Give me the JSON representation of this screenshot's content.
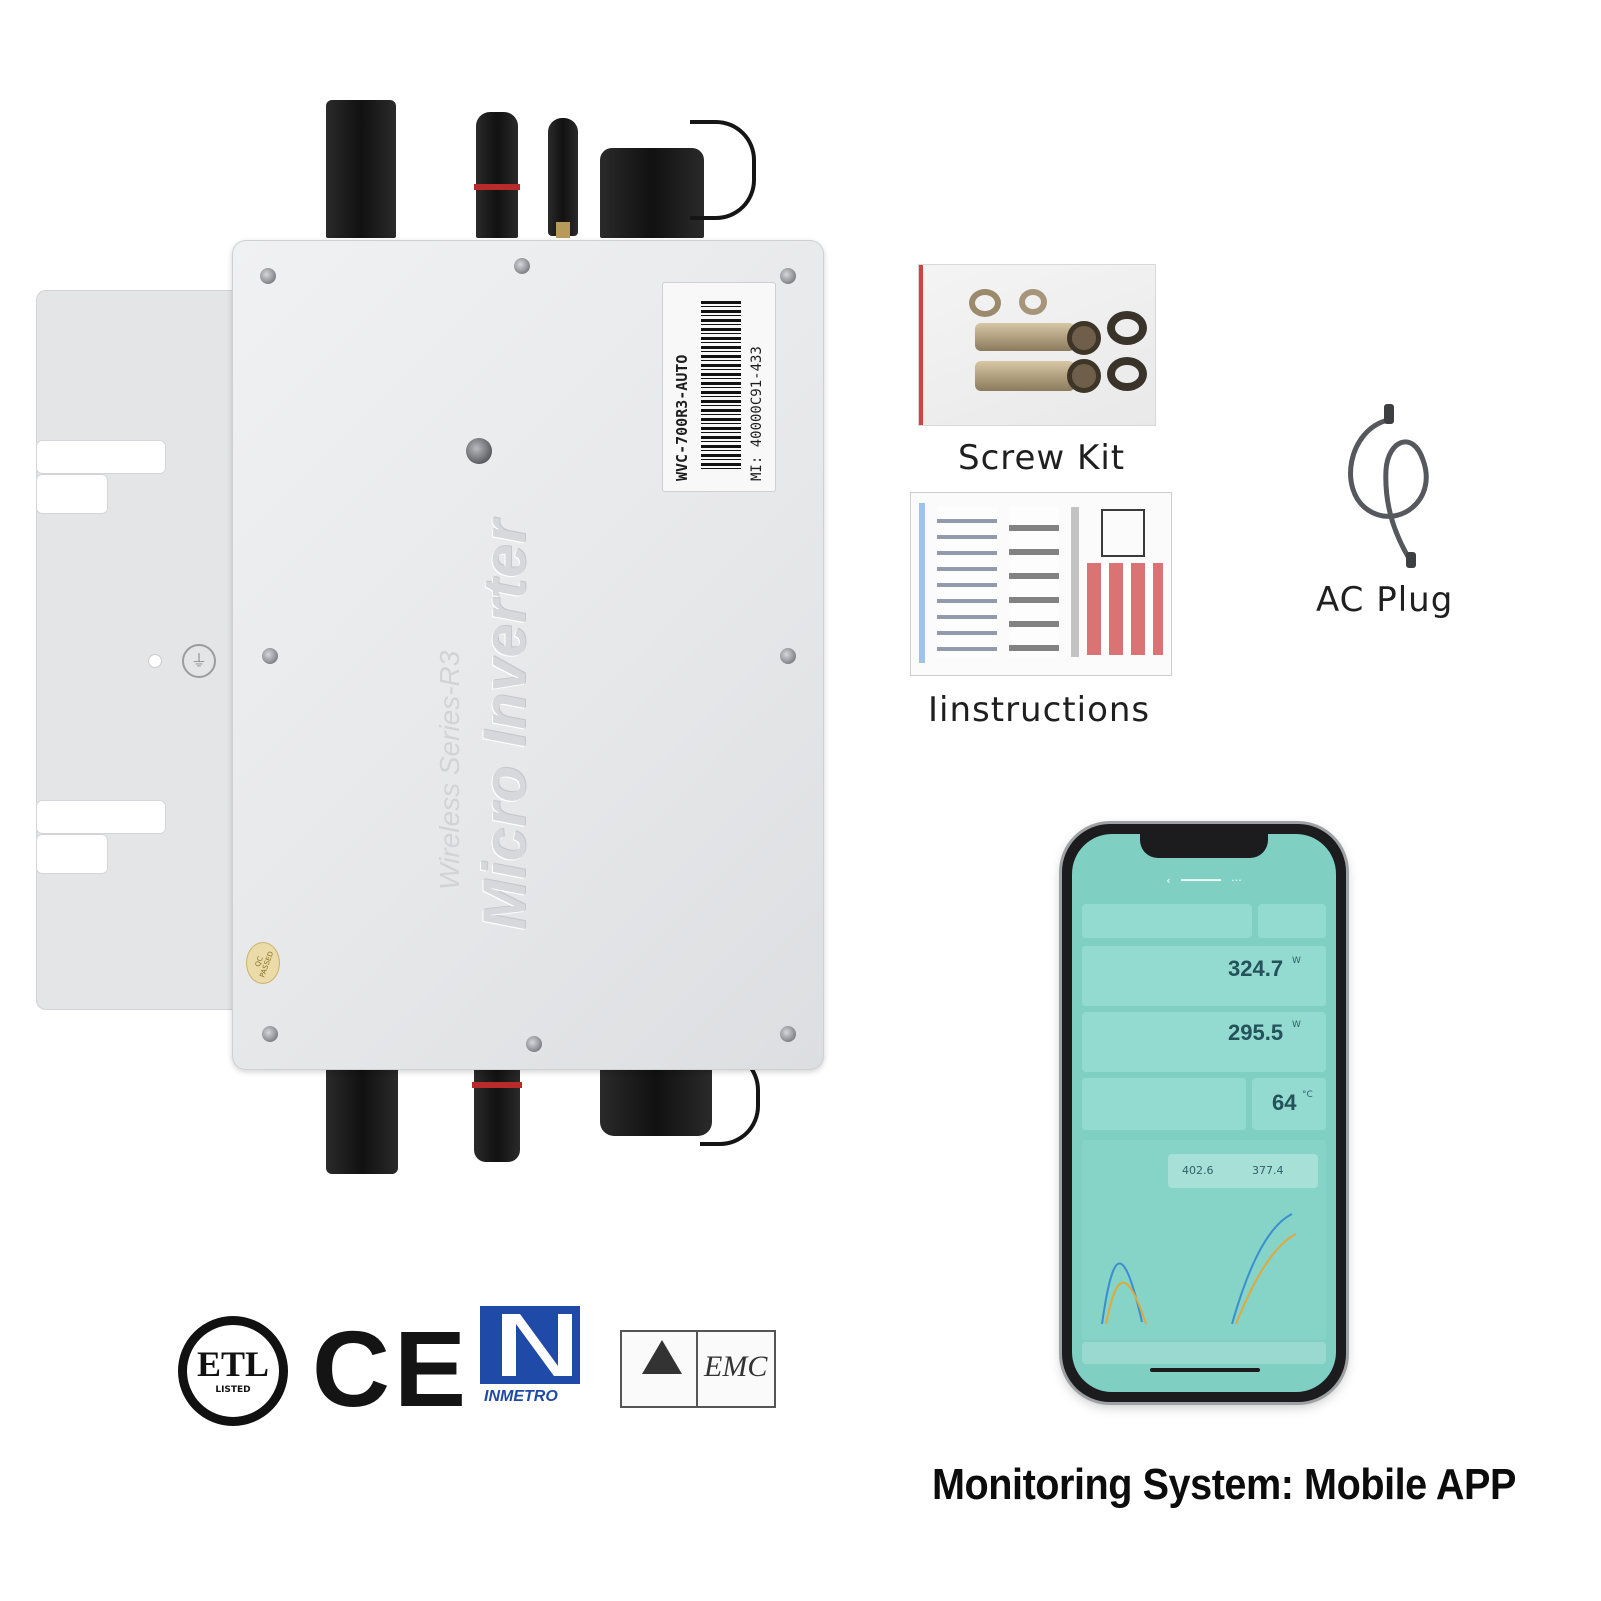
{
  "inverter": {
    "model_label": "WVC-700R3-AUTO",
    "serial_label": "MI: 40000C91-433",
    "product_name": "Micro Inverter",
    "series_name": "Wireless Series-R3",
    "stamp_text": "QC PASSED",
    "color_body": "#e8e9eb"
  },
  "accessories": [
    {
      "label": "Screw Kit",
      "icon": "screw-kit-bag-icon"
    },
    {
      "label": "AC Plug",
      "icon": "ac-plug-cable-icon"
    },
    {
      "label": "Iinstructions",
      "icon": "instruction-sheet-icon"
    }
  ],
  "phone_app": {
    "reading_1": "324.7",
    "reading_1_unit": "W",
    "reading_2": "295.5",
    "reading_2_unit": "W",
    "reading_3": "64",
    "reading_3_unit": "°C",
    "chart_val_1": "402.6",
    "chart_val_2": "377.4",
    "screen_color": "#7fd0c3"
  },
  "certifications": [
    {
      "name": "ETL",
      "sub": "LISTED"
    },
    {
      "name": "CE"
    },
    {
      "name": "INMETRO"
    },
    {
      "name": "EMC"
    }
  ],
  "headline": "Monitoring System: Mobile APP"
}
